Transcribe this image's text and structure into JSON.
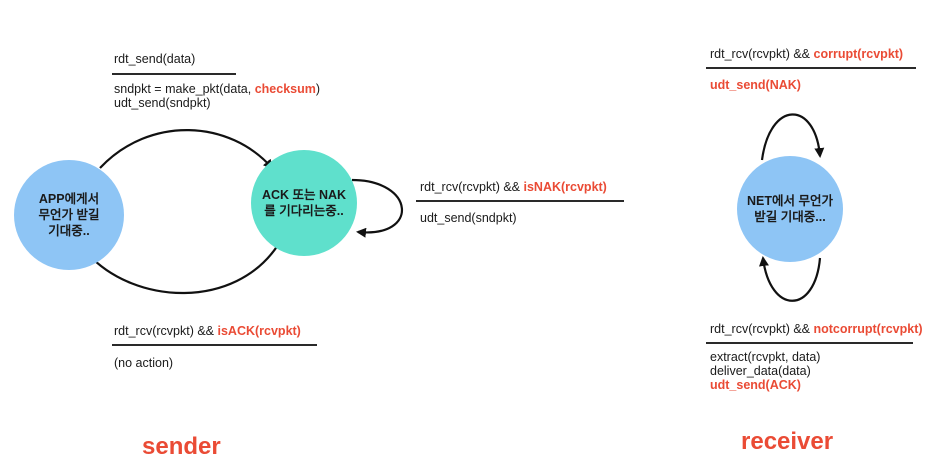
{
  "sender": {
    "caption": "sender",
    "state_wait_app": "APP에게서\n무언가 받길\n기대중..",
    "state_wait_ack": "ACK 또는 NAK\n를 기다리는중..",
    "t_send": {
      "event": "rdt_send(data)",
      "action_1_pre": "sndpkt = make_pkt(data, ",
      "action_1_hl": "checksum",
      "action_1_post": ")",
      "action_2": "udt_send(sndpkt)"
    },
    "t_nak": {
      "event_pre": "rdt_rcv(rcvpkt) && ",
      "event_hl": "isNAK(rcvpkt)",
      "action": "udt_send(sndpkt)"
    },
    "t_ack": {
      "event_pre": "rdt_rcv(rcvpkt) && ",
      "event_hl": "isACK(rcvpkt)",
      "action": "(no action)"
    }
  },
  "receiver": {
    "caption": "receiver",
    "state_wait_net": "NET에서 무언가\n받길 기대중...",
    "t_corrupt": {
      "event_pre": "rdt_rcv(rcvpkt) && ",
      "event_hl": "corrupt(rcvpkt)",
      "action": "udt_send(NAK)"
    },
    "t_notcorrupt": {
      "event_pre": "rdt_rcv(rcvpkt) && ",
      "event_hl": "notcorrupt(rcvpkt)",
      "action_1": "extract(rcvpkt, data)",
      "action_2": "deliver_data(data)",
      "action_3": "udt_send(ACK)"
    }
  },
  "colors": {
    "state_blue": "#8ec5f5",
    "state_teal": "#5fe0cc",
    "highlight": "#ea4b35"
  }
}
